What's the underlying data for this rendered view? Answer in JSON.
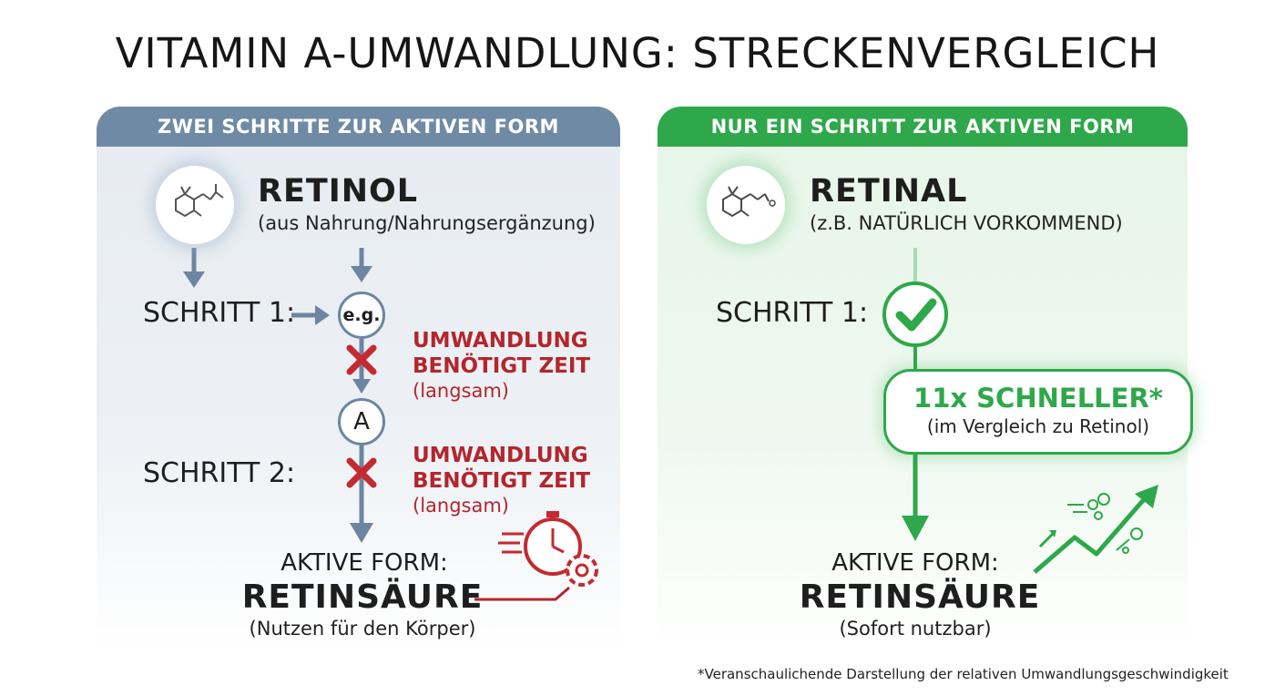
{
  "title": "VITAMIN A-UMWANDLUNG: STRECKENVERGLEICH",
  "left": {
    "header": "ZWEI SCHRITTE ZUR AKTIVEN FORM",
    "name": "RETINOL",
    "source": "(aus Nahrung/Nahrungsergänzung)",
    "step1": "SCHRITT 1:",
    "step2": "SCHRITT 2:",
    "node1": "e.g.",
    "node2": "A",
    "warn1_line1": "UMWANDLUNG",
    "warn1_line2": "BENÖTIGT ZEIT",
    "warn1_sub": "(langsam)",
    "warn2_line1": "UMWANDLUNG",
    "warn2_line2": "BENÖTIGT ZEIT",
    "warn2_sub": "(langsam)",
    "active_label": "AKTIVE FORM:",
    "active_name": "RETINSÄURE",
    "active_sub": "(Nutzen für den Körper)"
  },
  "right": {
    "header": "NUR EIN SCHRITT ZUR AKTIVEN FORM",
    "name": "RETINAL",
    "source": "(z.B. NATÜRLICH VORKOMMEND)",
    "step1": "SCHRITT 1:",
    "badge_title": "11x SCHNELLER*",
    "badge_sub": "(im Vergleich zu Retinol)",
    "active_label": "AKTIVE FORM:",
    "active_name": "RETINSÄURE",
    "active_sub": "(Sofort nutzbar)"
  },
  "footnote": "*Veranschaulichende Darstellung der relativen Umwandlungsgeschwindigkeit",
  "colors": {
    "slate": "#6f8aa4",
    "green": "#2ea84a",
    "red": "#b3262c"
  },
  "icons": [
    "retinol-molecule-icon",
    "retinal-molecule-icon",
    "cross-icon",
    "checkmark-icon",
    "stopwatch-gear-icon",
    "speed-arrow-icon"
  ]
}
